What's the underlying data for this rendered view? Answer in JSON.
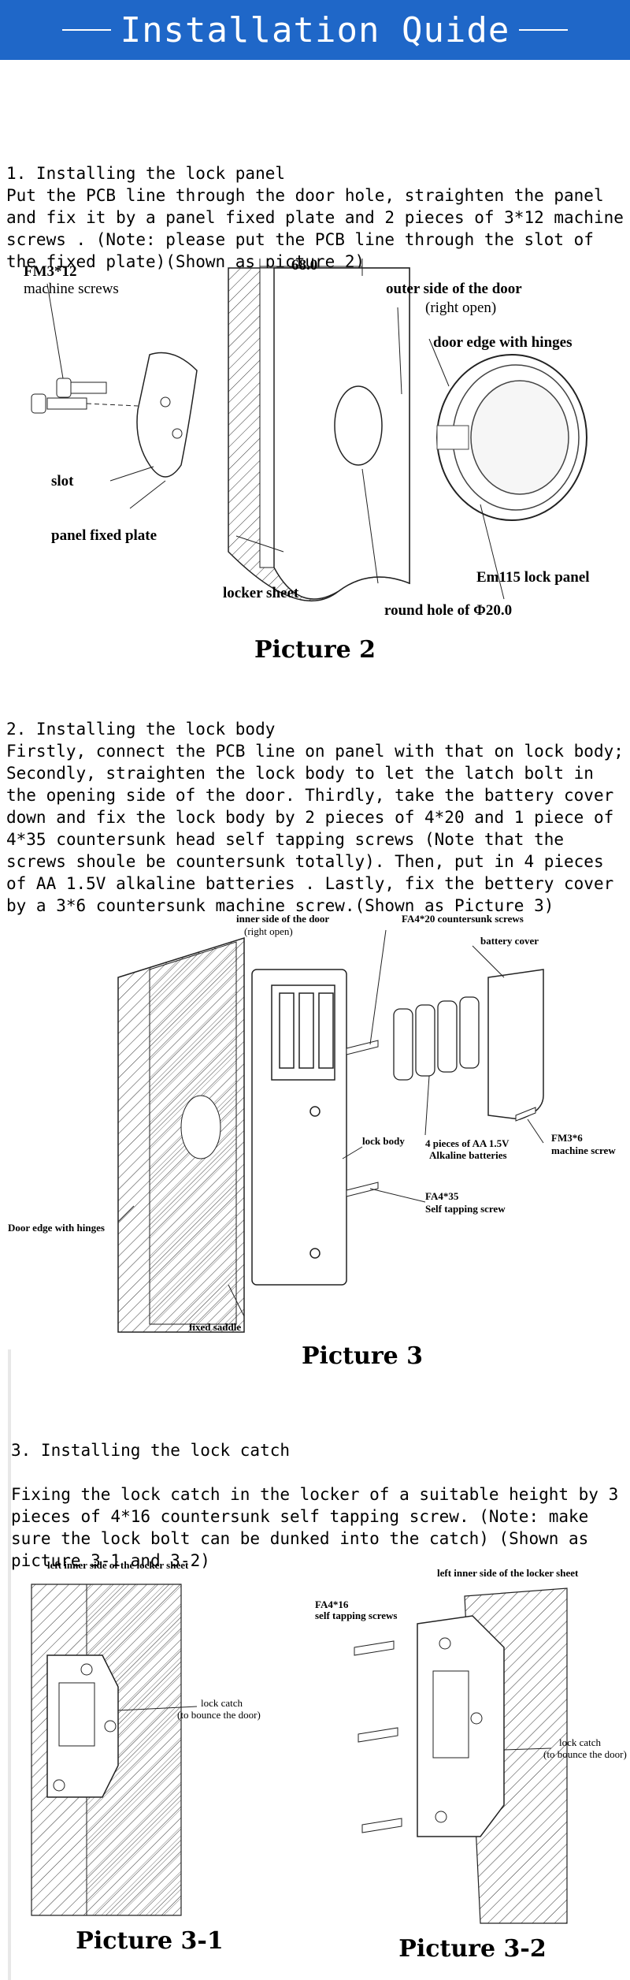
{
  "header": {
    "title": "Installation Quide"
  },
  "step1": {
    "title": "1. Installing the lock panel",
    "body": "Put the PCB line through the door hole, straighten the panel and fix it by a panel fixed plate and 2 pieces of 3*12 machine screws . (Note: please put the PCB line through the slot of the fixed plate)(Shown as picture 2)",
    "figure": {
      "caption": "Picture 2",
      "labels": {
        "screws_code": "FM3*12",
        "screws_text": "machine screws",
        "dimension": "68.0",
        "outer_side": "outer side of the door",
        "right_open": "(right open)",
        "door_edge": "door edge with hinges",
        "slot": "slot",
        "panel_plate": "panel fixed plate",
        "lock_panel": "Em115 lock panel",
        "locker_sheet": "locker sheet",
        "round_hole": "round hole of Φ20.0"
      }
    }
  },
  "step2": {
    "title": "2. Installing the lock body",
    "body": "Firstly, connect the PCB line on panel with that on lock body; Secondly, straighten the lock body to let the latch bolt in the opening side of the door. Thirdly, take the battery cover down and fix the lock body by 2 pieces of 4*20 and 1 piece of 4*35 countersunk head self tapping screws (Note that the screws shoule be countersunk totally). Then, put in 4 pieces of AA 1.5V alkaline batteries . Lastly, fix the bettery cover by a 3*6 countersunk machine screw.(Shown as Picture 3)",
    "figure": {
      "caption": "Picture 3",
      "labels": {
        "inner_side": "inner side of the door",
        "right_open": "(right open)",
        "fa420": "FA4*20 countersunk screws",
        "battery_cover": "battery cover",
        "lock_body": "lock body",
        "batteries_1": "4 pieces of AA 1.5V",
        "batteries_2": "Alkaline batteries",
        "fm36_1": "FM3*6",
        "fm36_2": "machine screw",
        "fa435_1": "FA4*35",
        "fa435_2": "Self tapping screw",
        "door_edge": "Door edge with hinges",
        "fixed_saddle": "fixed saddle"
      }
    }
  },
  "step3": {
    "title": "3. Installing the lock catch",
    "body": "Fixing the lock catch in the locker of a suitable height by 3 pieces of 4*16 countersunk self tapping screw. (Note: make sure the lock bolt can be dunked into the catch) (Shown as picture 3-1 and 3-2)",
    "figure1": {
      "caption": "Picture 3-1",
      "labels": {
        "sheet": "left inner side of the locker sheet",
        "catch": "lock catch",
        "bounce": "(to bounce the door)"
      }
    },
    "figure2": {
      "caption": "Picture 3-2",
      "labels": {
        "sheet": "left inner side of the locker sheet",
        "screws_1": "FA4*16",
        "screws_2": "self tapping screws",
        "catch": "lock catch",
        "bounce": "(to bounce the door)"
      }
    }
  },
  "colors": {
    "header_bg": "#1f67c8",
    "header_text": "#ffffff"
  }
}
